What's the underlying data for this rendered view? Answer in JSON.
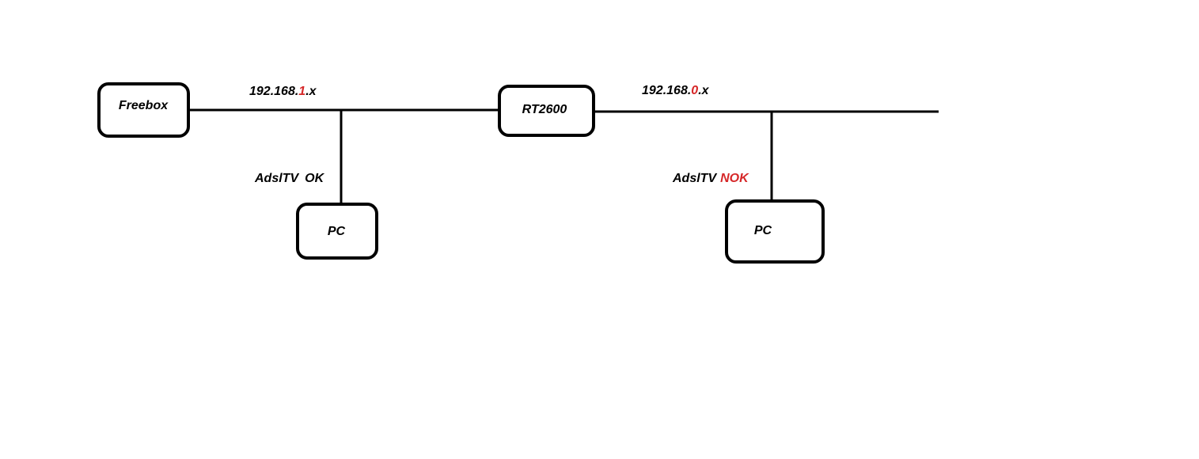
{
  "colors": {
    "line": "#000000",
    "highlight": "#d62728",
    "background": "#ffffff"
  },
  "nodes": {
    "freebox": {
      "label": "Freebox"
    },
    "router": {
      "label": "RT2600"
    },
    "pc_left": {
      "label": "PC"
    },
    "pc_right": {
      "label": "PC"
    }
  },
  "subnets": {
    "left": {
      "prefix": "192.168.",
      "octet": "1",
      "suffix": ".x"
    },
    "right": {
      "prefix": "192.168.",
      "octet": "0",
      "suffix": ".x"
    }
  },
  "status": {
    "left": {
      "label": "AdslTV",
      "value": "OK"
    },
    "right": {
      "label": "AdslTV",
      "value": "NOK"
    }
  }
}
